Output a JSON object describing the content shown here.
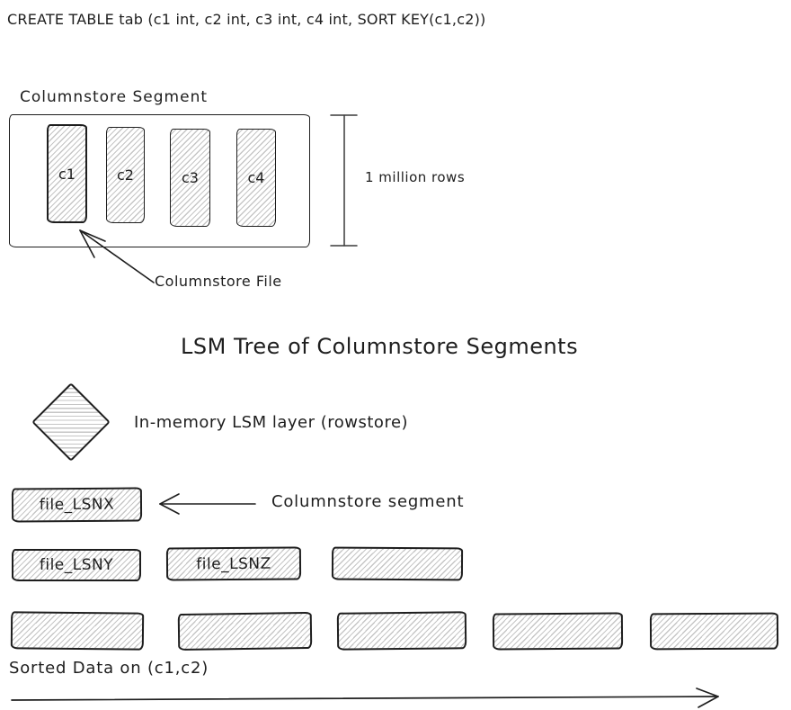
{
  "header": {
    "statement": "CREATE TABLE tab (c1 int, c2 int, c3 int, c4 int, SORT KEY(c1,c2))"
  },
  "segment": {
    "label": "Columnstore Segment",
    "columns": [
      "c1",
      "c2",
      "c3",
      "c4"
    ],
    "rows_label": "1 million rows",
    "file_pointer_label": "Columnstore File"
  },
  "lsm": {
    "title": "LSM Tree of Columnstore Segments",
    "memory_label": "In-memory LSM layer (rowstore)",
    "segment_pointer_label": "Columnstore segment",
    "level0_files": [
      "file_LSNX"
    ],
    "level1_files": [
      "file_LSNY",
      "file_LSNZ"
    ],
    "unlabeled_level1_boxes": 1,
    "unlabeled_level2_boxes": 5,
    "sorted_label": "Sorted Data on (c1,c2)"
  },
  "colors": {
    "stroke": "#1e1e1e",
    "hatch": "#c6c6c6",
    "background": "#ffffff"
  }
}
